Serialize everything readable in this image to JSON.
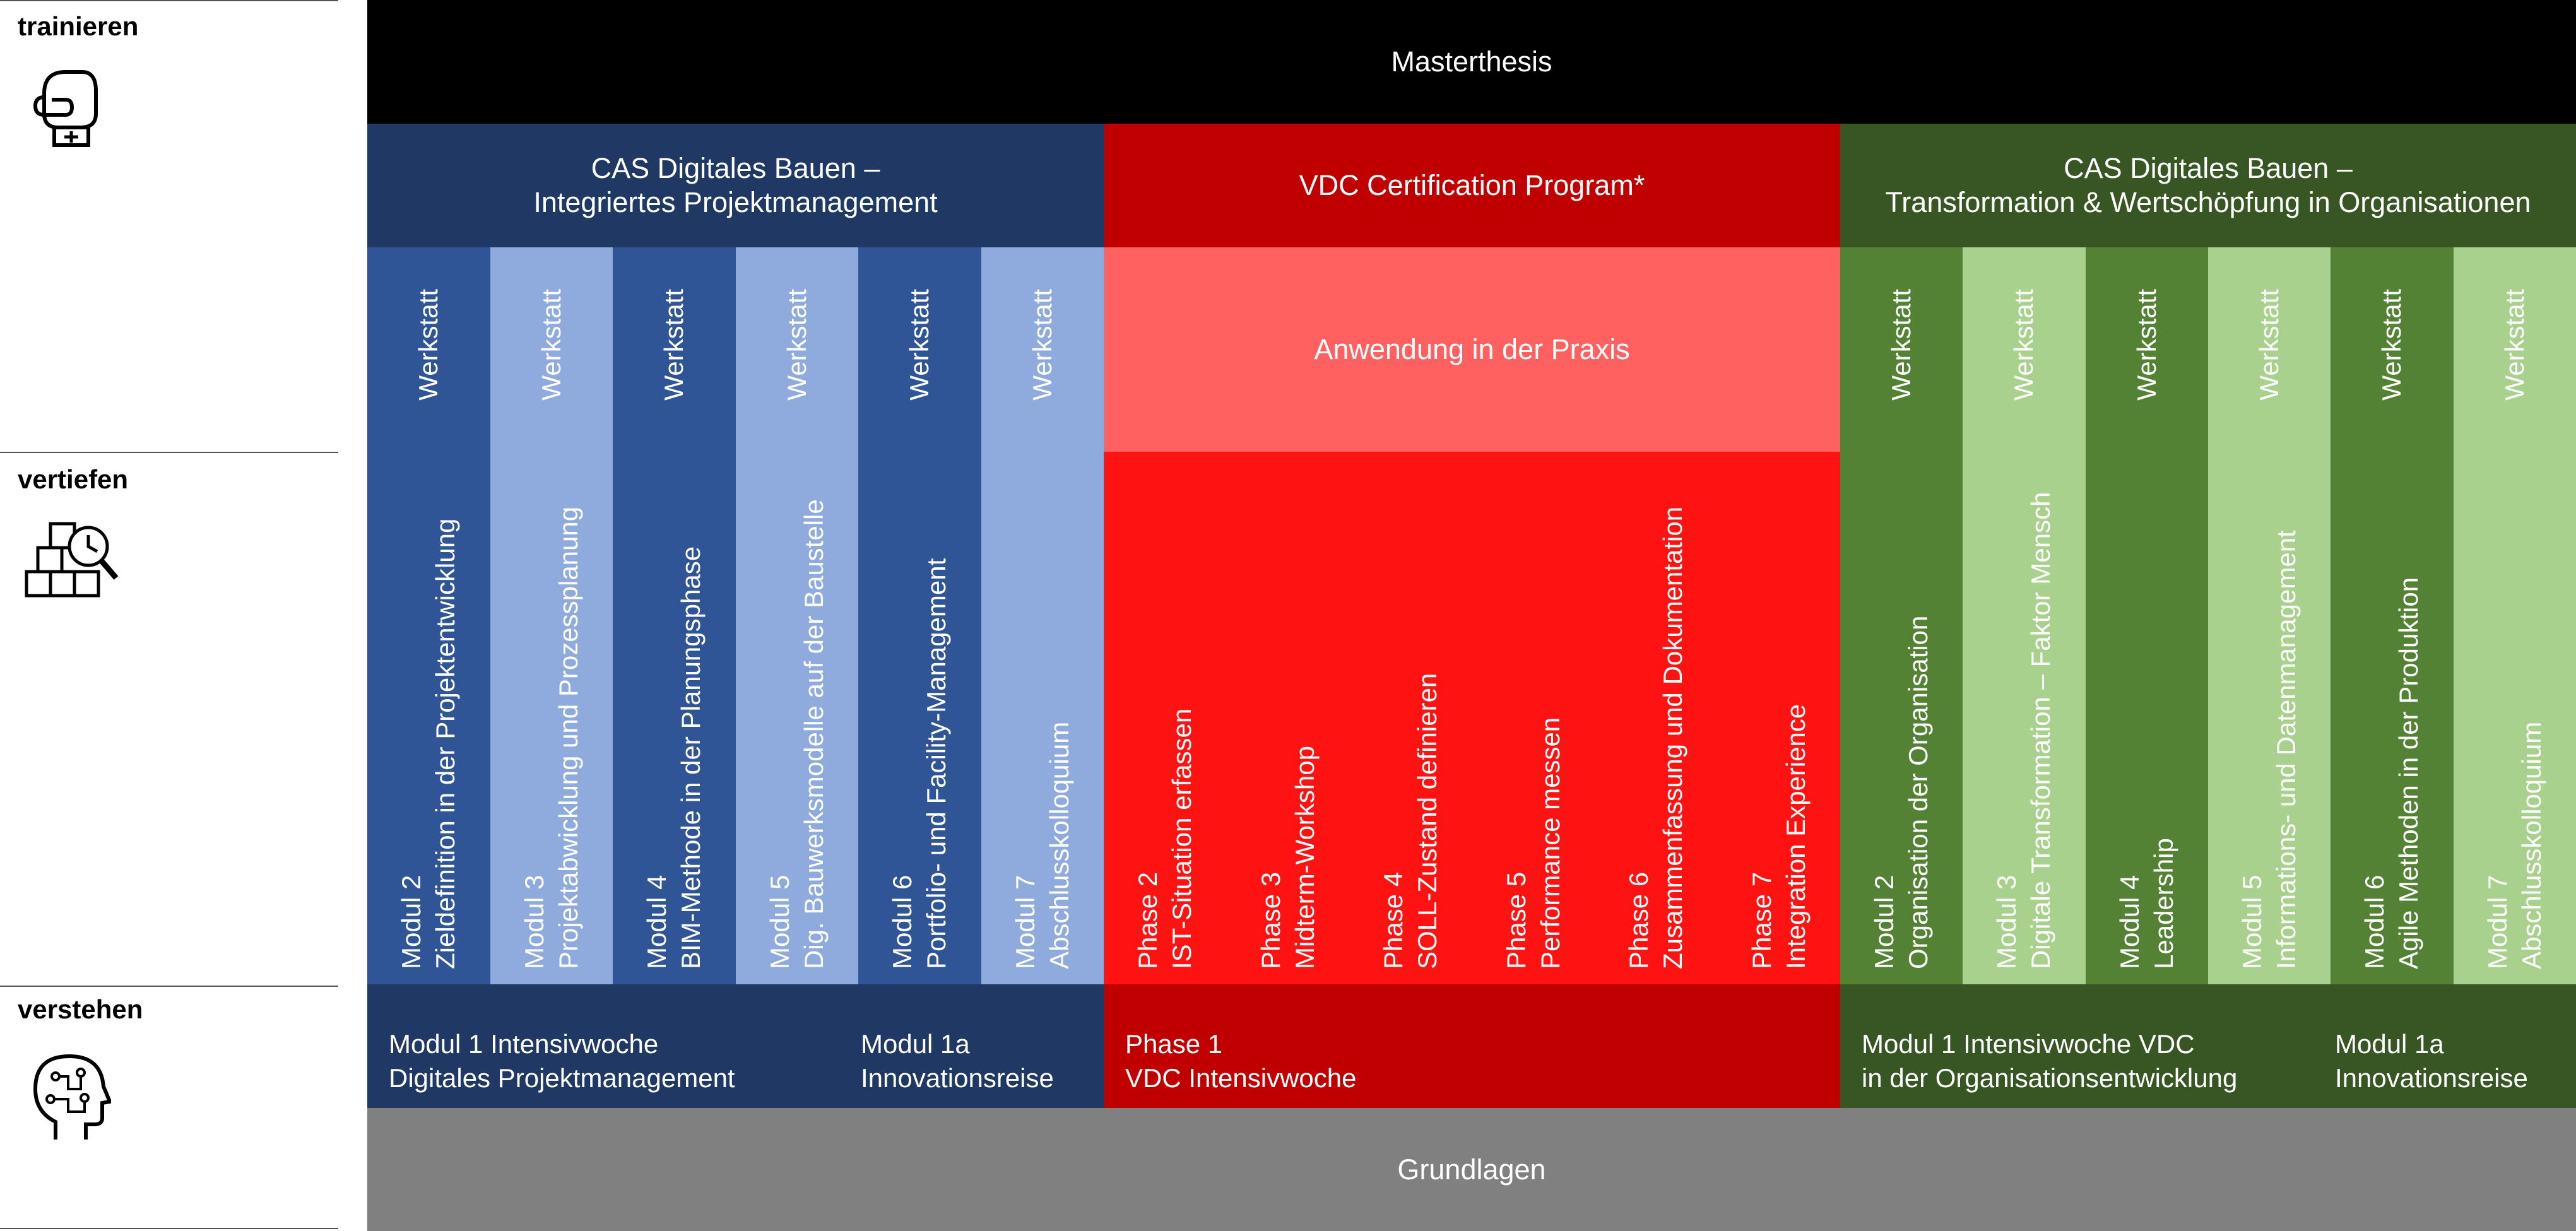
{
  "levels": [
    {
      "label": "trainieren",
      "icon": "boxing-glove-icon"
    },
    {
      "label": "vertiefen",
      "icon": "boxes-magnifier-icon"
    },
    {
      "label": "verstehen",
      "icon": "head-circuit-icon"
    }
  ],
  "top_band": "Masterthesis",
  "bottom_band": "Grundlagen",
  "programs": [
    {
      "title": "CAS Digitales Bauen –\nIntegriertes Projektmanagement",
      "color": "#1F3864"
    },
    {
      "title": "VDC Certification Program*",
      "color": "#C00000"
    },
    {
      "title": "CAS Digitales Bauen –\nTransformation & Wertschöpfung in Organisationen",
      "color": "#375623"
    }
  ],
  "werkstatt_label": "Werkstatt",
  "praxis_label": "Anwendung in der Praxis",
  "left_modules": [
    {
      "label": "Modul 2\nZieldefinition in der Projektentwicklung",
      "color": "#2F5597"
    },
    {
      "label": "Modul 3\nProjektabwicklung und Prozessplanung",
      "color": "#8FAADC"
    },
    {
      "label": "Modul 4\nBIM-Methode in der Planungsphase",
      "color": "#2F5597"
    },
    {
      "label": "Modul 5\nDig. Bauwerksmodelle auf der Baustelle",
      "color": "#8FAADC"
    },
    {
      "label": "Modul 6\nPortfolio- und Facility-Management",
      "color": "#2F5597"
    },
    {
      "label": "Modul 7\nAbschlusskolloquium",
      "color": "#8FAADC"
    }
  ],
  "phases": [
    {
      "label": "Phase 2\nIST-Situation erfassen"
    },
    {
      "label": "Phase 3\nMidterm-Workshop"
    },
    {
      "label": "Phase 4\nSOLL-Zustand definieren"
    },
    {
      "label": "Phase 5\nPerformance messen"
    },
    {
      "label": "Phase 6\nZusammenfassung und Dokumentation"
    },
    {
      "label": "Phase 7\nIntegration Experience"
    }
  ],
  "right_modules": [
    {
      "label": "Modul 2\nOrganisation der Organisation",
      "color": "#548235"
    },
    {
      "label": "Modul 3\nDigitale Transformation – Faktor Mensch",
      "color": "#A9D18E"
    },
    {
      "label": "Modul 4\nLeadership",
      "color": "#548235"
    },
    {
      "label": "Modul 5\nInformations- und Datenmanagement",
      "color": "#A9D18E"
    },
    {
      "label": "Modul 6\nAgile Methoden in der Produktion",
      "color": "#548235"
    },
    {
      "label": "Modul 7\nAbschlusskolloquium",
      "color": "#A9D18E"
    }
  ],
  "bottom_row": {
    "left_main": "Modul 1 Intensivwoche\nDigitales Projektmanagement",
    "left_side": "Modul 1a\nInnovationsreise",
    "center": "Phase 1\nVDC Intensivwoche",
    "right_main": "Modul 1 Intensivwoche VDC\nin der Organisationsentwicklung",
    "right_side": "Modul 1a\nInnovationsreise"
  },
  "colors": {
    "black": "#000000",
    "grey": "#808080",
    "praxis": "#FF6161",
    "phase_red": "#FF1212"
  }
}
